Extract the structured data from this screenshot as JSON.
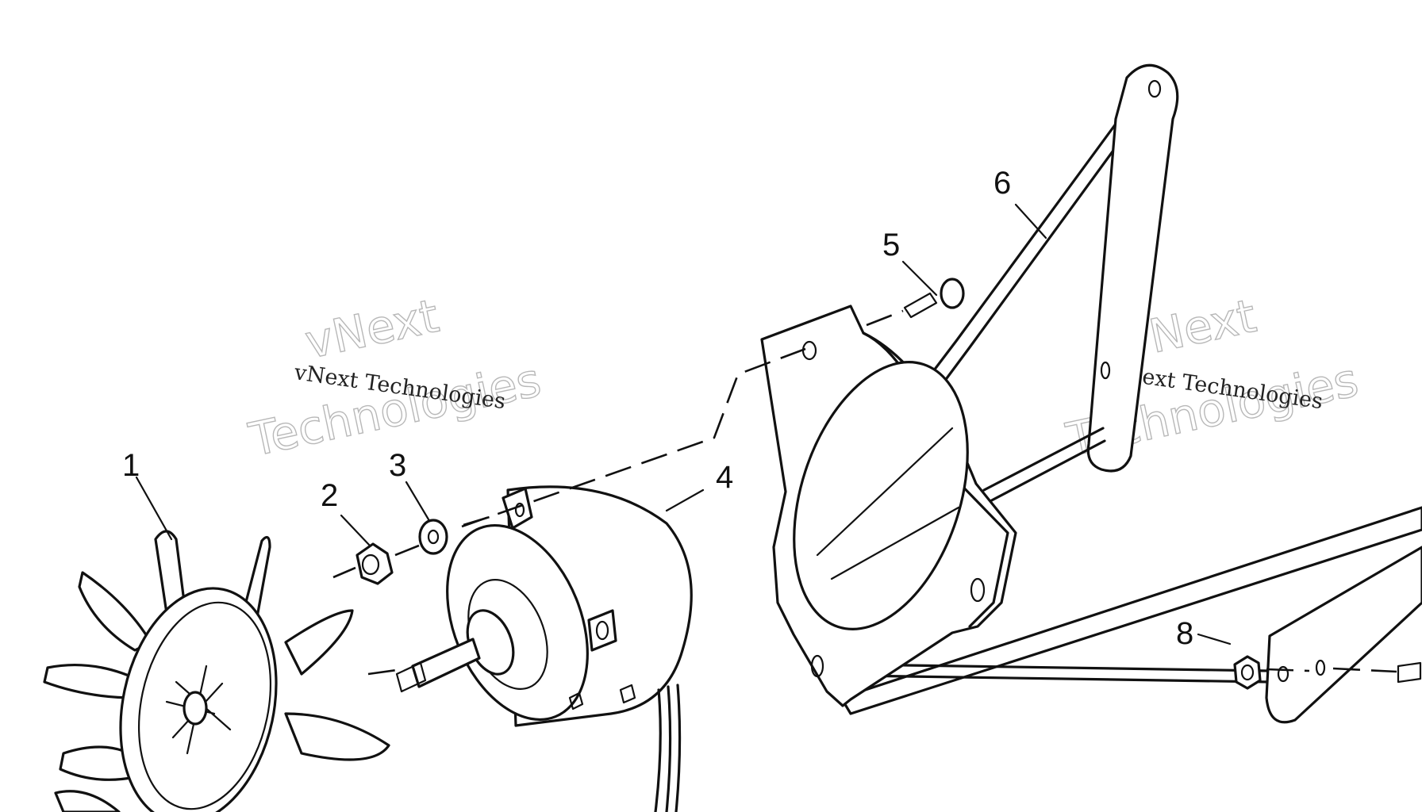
{
  "diagram": {
    "callouts": [
      "1",
      "2",
      "3",
      "4",
      "5",
      "6",
      "8"
    ],
    "watermark": {
      "brand": "vNext",
      "word": "Technologies",
      "caption": "vNext Technologies"
    },
    "colors": {
      "line": "#111111",
      "background": "#ffffff",
      "watermark_outline": "#b8b8b8"
    }
  }
}
